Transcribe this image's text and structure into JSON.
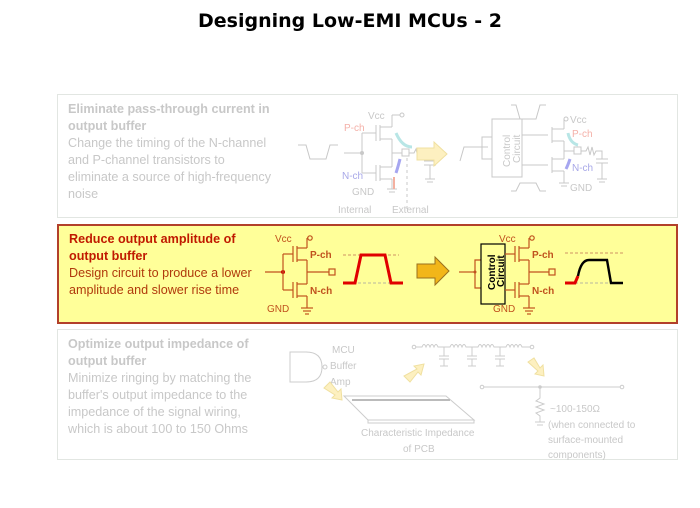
{
  "title": "Designing Low-EMI MCUs - 2",
  "colors": {
    "active_border": "#b2402a",
    "active_fill": "#ffff99",
    "active_text": "#c01a00",
    "dim_text": "#c8c8c8",
    "arrow_fill": "#f2b619"
  },
  "panels": [
    {
      "state": "dimmed",
      "heading": "Eliminate pass-through current in output buffer",
      "body": "Change the timing of the N-channel and P-channel transistors to eliminate a source of high-frequency noise",
      "diagram": {
        "before": {
          "vcc": "Vcc",
          "pch": "P-ch",
          "nch": "N-ch",
          "gnd": "GND",
          "internal": "Internal",
          "external": "External"
        },
        "after": {
          "control": "Control",
          "circuit": "Circuit",
          "vcc": "Vcc",
          "pch": "P-ch",
          "nch": "N-ch",
          "gnd": "GND"
        }
      }
    },
    {
      "state": "highlighted",
      "heading": "Reduce output amplitude of output buffer",
      "body": "Design circuit to produce a lower amplitude and slower rise time",
      "diagram": {
        "before": {
          "vcc": "Vcc",
          "pch": "P-ch",
          "nch": "N-ch",
          "gnd": "GND"
        },
        "after": {
          "control": "Control",
          "circuit": "Circuit",
          "vcc": "Vcc",
          "pch": "P-ch",
          "nch": "N-ch",
          "gnd": "GND"
        }
      }
    },
    {
      "state": "dimmed",
      "heading": "Optimize output impedance of output buffer",
      "body": "Minimize ringing by matching the buffer's output impedance to the impedance of the signal wiring, which is about 100 to 150 Ohms",
      "diagram": {
        "mcu": "MCU",
        "buffer": "Buffer",
        "amp": "Amp",
        "pcb_line1": "Characteristic Impedance",
        "pcb_line2": "of PCB",
        "impedance": "~100-150Ω",
        "note1": "(when connected to",
        "note2": "surface-mounted",
        "note3": "components)"
      }
    }
  ]
}
